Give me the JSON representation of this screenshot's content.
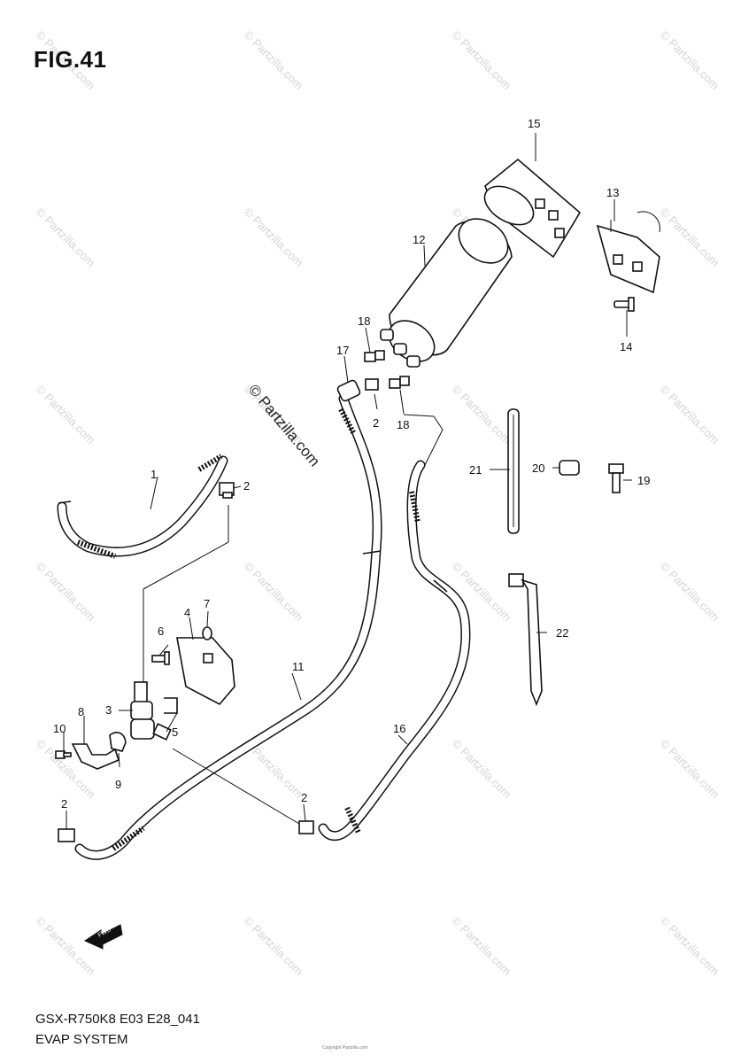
{
  "figure_title": "FIG.41",
  "model_code": "GSX-R750K8 E03 E28_041",
  "system_name": "EVAP SYSTEM",
  "watermark": "© Partzilla.com",
  "copyright_line": "Copyright Partzilla.com",
  "fwd_label": "FWD",
  "callouts": {
    "c1": "1",
    "c2a": "2",
    "c2b": "2",
    "c2c": "2",
    "c2d": "2",
    "c3": "3",
    "c4": "4",
    "c5": "5",
    "c6": "6",
    "c7": "7",
    "c8": "8",
    "c9": "9",
    "c10": "10",
    "c11": "11",
    "c12": "12",
    "c13": "13",
    "c14": "14",
    "c15": "15",
    "c16": "16",
    "c17": "17",
    "c18a": "18",
    "c18b": "18",
    "c19": "19",
    "c20": "20",
    "c21": "21",
    "c22": "22"
  }
}
